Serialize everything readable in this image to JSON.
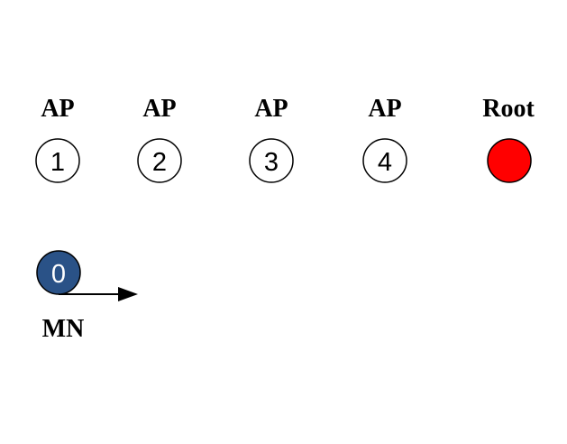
{
  "aps": [
    {
      "label": "AP",
      "number": "1"
    },
    {
      "label": "AP",
      "number": "2"
    },
    {
      "label": "AP",
      "number": "3"
    },
    {
      "label": "AP",
      "number": "4"
    }
  ],
  "root": {
    "label": "Root",
    "color": "#ff0000"
  },
  "mn": {
    "label": "MN",
    "number": "0",
    "fill_color": "#2a5287",
    "text_color": "#ffffff"
  }
}
